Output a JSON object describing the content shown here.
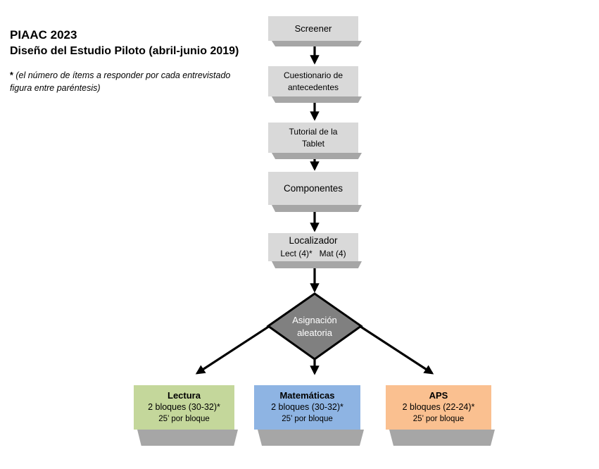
{
  "header": {
    "title": "PIAAC 2023",
    "subtitle": "Diseño del Estudio Piloto (abril-junio 2019)",
    "note_star": "*",
    "note_text": " (el número de ítems a responder por cada entrevistado figura entre paréntesis)"
  },
  "flow": {
    "screener": "Screener",
    "cuestionario_1": "Cuestionario de",
    "cuestionario_2": "antecedentes",
    "tutorial_1": "Tutorial de la",
    "tutorial_2": "Tablet",
    "componentes": "Componentes",
    "localizador": "Localizador",
    "localizador_detail": "Lect (4)*   Mat (4)",
    "asignacion_1": "Asignación",
    "asignacion_2": "aleatoria"
  },
  "domains": [
    {
      "title": "Lectura",
      "blocks": "2 bloques (30-32)*",
      "time": "25’ por bloque",
      "color": "#c4d79b"
    },
    {
      "title": "Matemáticas",
      "blocks": "2 bloques (30-32)*",
      "time": "25’ por bloque",
      "color": "#8eb4e3"
    },
    {
      "title": "APS",
      "blocks": "2 bloques (22-24)*",
      "time": "25’ por bloque",
      "color": "#fac090"
    }
  ],
  "colors": {
    "box": "#d9d9d9",
    "shadow": "#a6a6a6",
    "diamond": "#808080",
    "arrow": "#000000"
  }
}
